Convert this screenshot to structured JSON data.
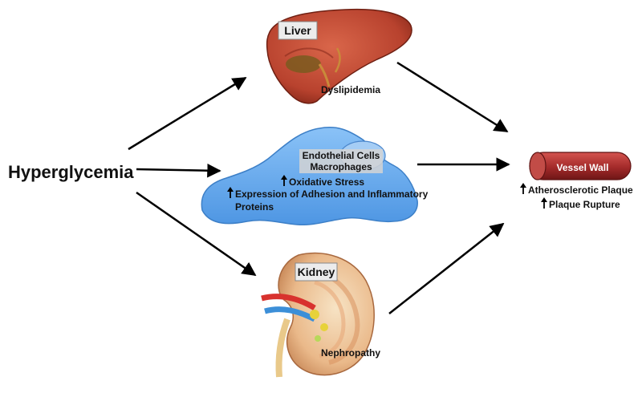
{
  "source": {
    "label": "Hyperglycemia"
  },
  "liver": {
    "title": "Liver",
    "effect": "Dyslipidemia"
  },
  "endothelium": {
    "title_line1": "Endothelial Cells",
    "title_line2": "Macrophages",
    "effect1": "Oxidative Stress",
    "effect2_line1": "Expression of Adhesion and Inflammatory",
    "effect2_line2": "Proteins"
  },
  "kidney": {
    "title": "Kidney",
    "effect": "Nephropathy"
  },
  "vessel": {
    "title": "Vessel Wall",
    "effect1": "Atherosclerotic Plaque",
    "effect2": "Plaque Rupture"
  },
  "colors": {
    "liver": "#b8422e",
    "cell": "#6aaef0",
    "vessel": "#a32a2a",
    "arrow": "#000000"
  },
  "icons": {
    "increase": "up-arrow-icon"
  }
}
